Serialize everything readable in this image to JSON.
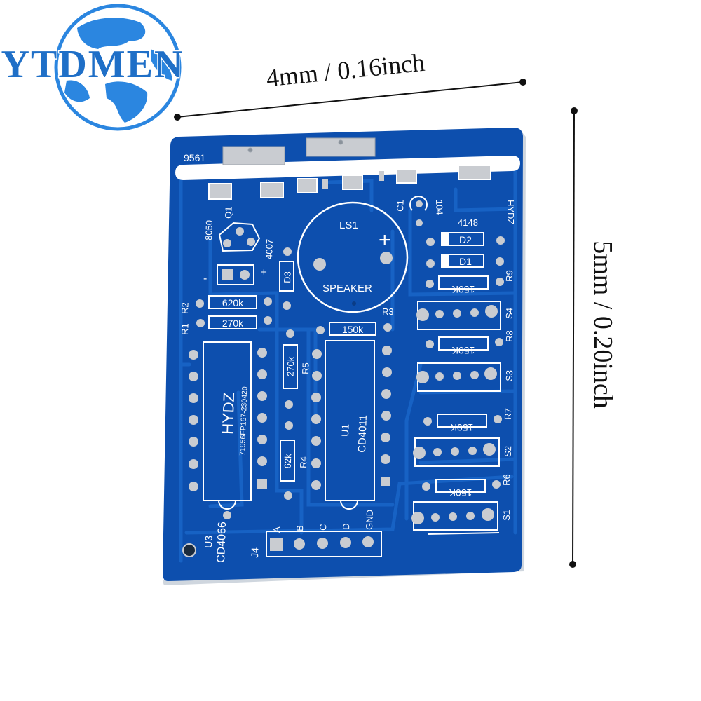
{
  "brand": {
    "logo_text": "YTDMEN",
    "colors": {
      "logo_blue": "#1f6fc7",
      "logo_globe": "#2b86e0"
    }
  },
  "dimensions": {
    "width_label": "4mm / 0.16inch",
    "height_label": "5mm / 0.20inch"
  },
  "pcb": {
    "colors": {
      "board": "#0d4fae",
      "trace": "#1762c4",
      "silkscreen": "#ffffff",
      "pad": "#c9ccd1"
    },
    "board_code": "9561",
    "brand_silk": "HYDZ",
    "corner_label": "HYDZ",
    "labels": {
      "q1": "Q1",
      "q1_part": "8050",
      "d3_part": "4007",
      "d3": "D3",
      "minus": "-",
      "plus": "+",
      "c1": "C1",
      "c1_value": "104",
      "ls1": "LS1",
      "speaker": "SPEAKER",
      "speaker_plus": "+",
      "diode_part": "4148",
      "d1": "D1",
      "d2": "D2",
      "r1": "R1",
      "r2": "R2",
      "r1_value": "270k",
      "r2_value": "620k",
      "r3": "R3",
      "r3_value": "150k",
      "r4": "R4",
      "r4_value": "62k",
      "r5": "R5",
      "r5_value": "270k",
      "r6": "R6",
      "r6_value": "150K",
      "r7": "R7",
      "r7_value": "150K",
      "r8": "R8",
      "r8_value": "150K",
      "r9": "R9",
      "r9_value": "150K",
      "s1": "S1",
      "s2": "S2",
      "s3": "S3",
      "s4": "S4",
      "u1": "U1",
      "u1_part": "CD4011",
      "u3": "U3",
      "u3_part": "CD4066",
      "ic_brand": "HYDZ",
      "ic_code": "71956FP167-230420",
      "j4": "J4",
      "pin_a": "A",
      "pin_b": "B",
      "pin_c": "C",
      "pin_d": "D",
      "pin_gnd": "GND"
    }
  }
}
